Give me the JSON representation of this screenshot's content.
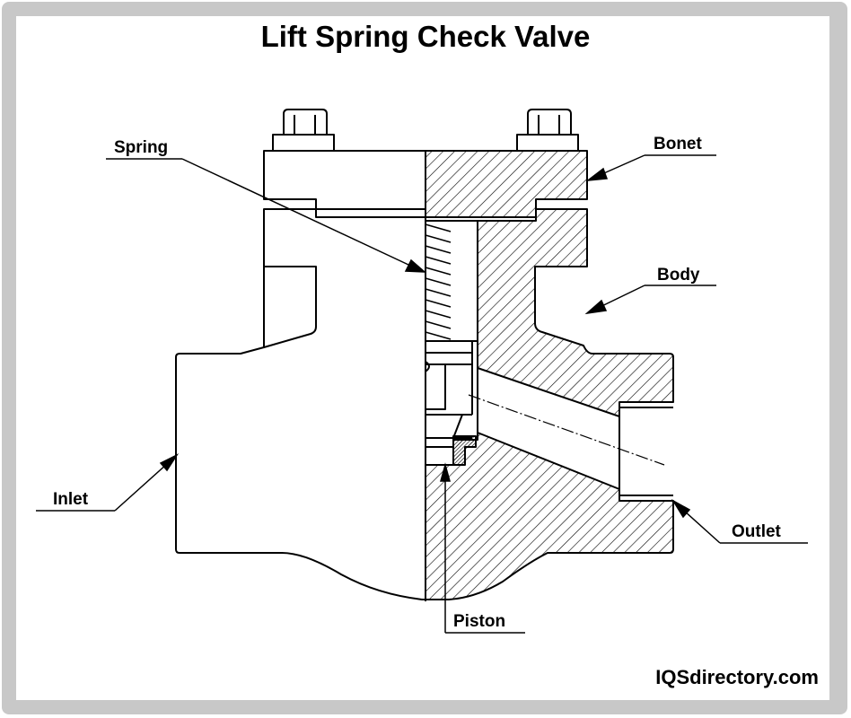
{
  "title": "Lift Spring Check Valve",
  "labels": {
    "spring": "Spring",
    "bonet": "Bonet",
    "body": "Body",
    "inlet": "Inlet",
    "outlet": "Outlet",
    "piston": "Piston"
  },
  "brand": "IQSdirectory.com",
  "colors": {
    "frame": "#c8c8c8",
    "line": "#000000",
    "background": "#ffffff"
  }
}
